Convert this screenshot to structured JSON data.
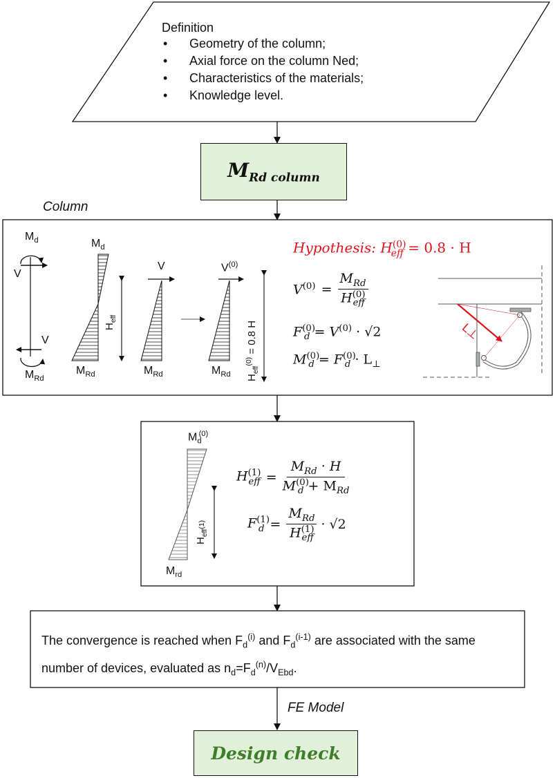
{
  "definition": {
    "title": "Definition",
    "items": [
      "Geometry of the column;",
      "Axial force on the column Ned;",
      "Characteristics of the materials;",
      "Knowledge level."
    ]
  },
  "mrd_box": {
    "main": "M",
    "sub": "Rd column"
  },
  "column_label": "Column",
  "column_box": {
    "labels": {
      "md": "M",
      "md_sub": "d",
      "v": "V",
      "mrd": "M",
      "mrd_sub": "Rd",
      "heff": "H",
      "heff_sub": "eff",
      "v0": "V",
      "v0_sup": "(0)",
      "heff0_eq": "= 0.8 H",
      "l_perp": "L⊥"
    },
    "hypothesis": "Hypothesis: H",
    "hypothesis_sup": "(0)",
    "hypothesis_sub": "eff",
    "hypothesis_rhs": " = 0.8 · H",
    "eq_v0_lhs": "V",
    "eq_v0_sup": "(0)",
    "eq_v0_num": "M",
    "eq_v0_num_sub": "Rd",
    "eq_v0_den": "H",
    "eq_v0_den_sup": "(0)",
    "eq_v0_den_sub": "eff",
    "eq_f0": "= V",
    "eq_f0_tail": "· √2",
    "eq_m0": "= F",
    "eq_m0_tail": "· L",
    "eq_m0_sub": "⊥",
    "f": "F",
    "d": "d",
    "m": "M"
  },
  "iter_box": {
    "md0": "M",
    "md0_sub": "d",
    "md0_sup": "(0)",
    "heff1": "H",
    "heff1_sub": "eff",
    "heff1_sup": "(1)",
    "mrd_small": "M",
    "mrd_small_sub": "rd",
    "eq1_num": "M",
    "eq1_num_sub": "Rd",
    "eq1_num_tail": " · H",
    "eq1_den_a": "M",
    "eq1_den_a_sub": "d",
    "eq1_den_a_sup": "(0)",
    "eq1_den_b": " + M",
    "eq1_den_b_sub": "Rd",
    "eq2_lhs": "F",
    "eq2_lhs_sub": "d",
    "eq2_lhs_sup": "(1)",
    "eq2_tail": "· √2"
  },
  "convergence": {
    "t1": "The convergence is reached when F",
    "s1": "d",
    "p1": "(i)",
    "t2": " and F",
    "s2": "d",
    "p2": "(i-1)",
    "t3": " are associated with the same number of devices, evaluated as n",
    "s3": "d",
    "t4": "=F",
    "s4": "d",
    "p4": "(n)",
    "t5": "/V",
    "s5": "Ebd",
    "t6": "."
  },
  "fe_model_label": "FE Model",
  "design_check": "Design check",
  "colors": {
    "green_fill": "#e2f0d9",
    "green_text": "#3e7d2a",
    "red": "#e0121b"
  }
}
